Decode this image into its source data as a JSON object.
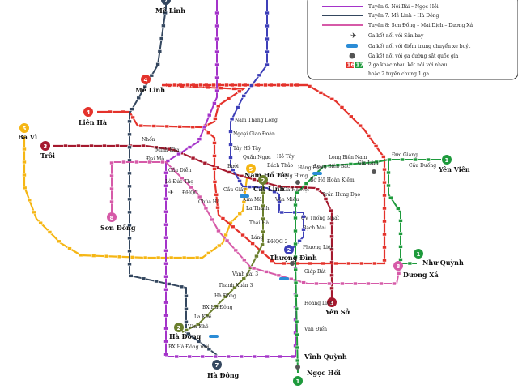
{
  "colors": {
    "line1": "#1e9a3c",
    "line2": "#6b7f2d",
    "line3": "#a5192e",
    "line4": "#e4322b",
    "line5": "#f5b614",
    "line6": "#a433c9",
    "line7": "#34475f",
    "line8": "#d65aa8",
    "line2a": "#3d3fb8"
  },
  "legend": {
    "line6": "Tuyến 6: Nội Bài – Ngọc Hồi",
    "line7": "Tuyến 7: Mê Linh – Hà Đông",
    "line8": "Tuyến 8: Sơn Đồng – Mai Dịch – Dương Xá",
    "airport": "Ga kết nối với Sân bay",
    "bus": "Ga kết nối với điểm trung chuyển xe buýt",
    "rail": "Ga kết nối với ga đường sắt quốc gia",
    "interchange_1": "2 ga khác nhau kết nối với nhau",
    "interchange_2": "hoặc 2 tuyến chung 1 ga",
    "badge_a": "16",
    "badge_b": "17"
  },
  "termini": {
    "me_linh_top": {
      "num": "7",
      "label": "Mê Linh"
    },
    "me_linh_4": {
      "num": "4",
      "label": "Mê Linh"
    },
    "lien_ha": {
      "num": "4",
      "label": "Liên Hà"
    },
    "ba_vi": {
      "num": "5",
      "label": "Ba Vì"
    },
    "troi": {
      "num": "3",
      "label": "Trôi"
    },
    "son_dong": {
      "num": "8",
      "label": "Sơn Đồng"
    },
    "yen_vien": {
      "num": "1",
      "label": "Yên Viên"
    },
    "nhu_quynh": {
      "num": "1",
      "label": "Như Quỳnh"
    },
    "duong_xa": {
      "num": "8",
      "label": "Dương Xá"
    },
    "yen_so": {
      "num": "3",
      "label": "Yên Sở"
    },
    "vinh_quynh": {
      "num": "",
      "label": "Vĩnh Quỳnh"
    },
    "ngoc_hoi": {
      "num": "1",
      "label": "Ngọc Hồi"
    },
    "ha_dong_2": {
      "num": "2",
      "label": "Hà Đông"
    },
    "ha_dong_7": {
      "num": "7",
      "label": "Hà Đông"
    },
    "nam_ho_tay": {
      "num": "5",
      "label": "Nam Hồ Tây"
    },
    "cat_linh": {
      "num": "2",
      "label": "Cát Linh"
    },
    "thuong_dinh": {
      "num": "2",
      "label": "Thượng Đình"
    }
  },
  "stations": {
    "nam_thang_long": "Nam Thăng Long",
    "ngoai_giao_doan": "Ngoại Giao Đoàn",
    "tay_ho_tay": "Tây Hồ Tây",
    "buoi": "Bưởi",
    "quan_ngua": "Quần Ngựa",
    "bo_ho": "Hồ Tây",
    "bach_thao": "Bách Thảo",
    "hang_dau": "Hàng Đậu",
    "long_bien_bac": "Long Biên Bắc",
    "long_bien_nam": "Long Biên Nam",
    "gia_lam": "Gia Lâm",
    "duc_giang": "Đức Giang",
    "cu_duong": "Cầu Đuống",
    "phung_hung": "Phùng Hưng",
    "bo_ho_hoan_kiem": "Bờ Hồ Hoàn Kiếm",
    "nhon": "Nhổn",
    "minh_khai": "Minh Khai",
    "dai_mo": "Đại Mỗ",
    "cau_dien": "Cầu Diễn",
    "le_duc_tho": "Lê Đức Thọ",
    "dhqg": "ĐHQG",
    "chua_ha": "Chùa Hà",
    "cau_giay": "Cầu Giấy",
    "kim_ma": "Kim Mã",
    "van_mieu": "Văn Miếu",
    "ga_ha_noi": "Ga Hà Nội",
    "tran_hung_dao": "Trần Hưng Đạo",
    "la_thanh": "La Thành",
    "thai_ha": "Thái Hà",
    "lang": "Láng",
    "cv_thong_nhat": "CV Thống Nhất",
    "bach_mai": "Bạch Mai",
    "phuong_liet": "Phương Liệt",
    "dhqg2": "ĐHQG 2",
    "vanh_dai_3": "Vành đai 3",
    "thanh_xuan_3": "Thanh Xuân 3",
    "ha_dong_mid": "Hà Đông",
    "bx_ha_dong": "BX Hà Đông",
    "la_khe": "La Khê",
    "van_khe": "Văn Khê",
    "bx_ha_dong_moi": "BX Hà Đông mới",
    "giap_bat": "Giáp Bát",
    "hoang_liet": "Hoàng Liệt",
    "van_dien": "Văn Điển"
  }
}
